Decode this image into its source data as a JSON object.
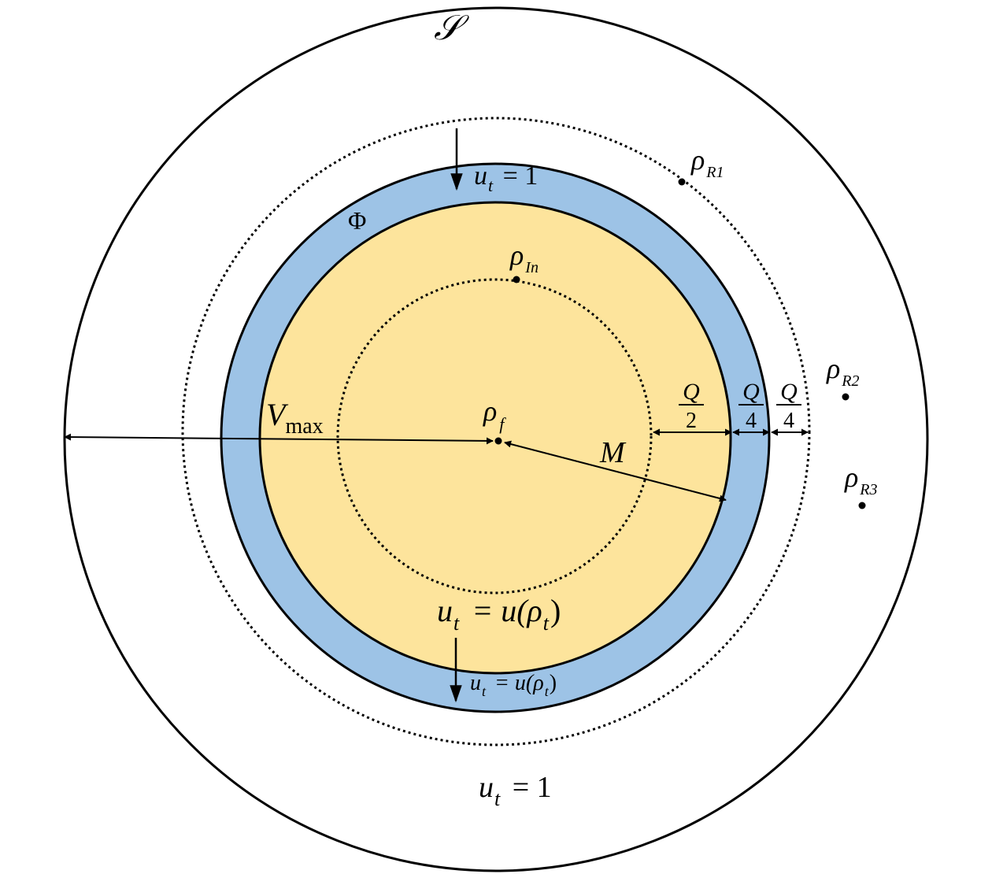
{
  "diagram": {
    "colors": {
      "core_fill": "#fde49c",
      "ring_fill": "#9dc3e6",
      "stroke": "#000000",
      "background": "#ffffff"
    },
    "labels": {
      "outer_region": "𝒮",
      "ring": "Φ",
      "rho_R1_base": "ρ",
      "rho_R1_sub": "R1",
      "rho_R2_base": "ρ",
      "rho_R2_sub": "R2",
      "rho_R3_base": "ρ",
      "rho_R3_sub": "R3",
      "rho_In_base": "ρ",
      "rho_In_sub": "In",
      "rho_f_base": "ρ",
      "rho_f_sub": "f",
      "V_base": "V",
      "V_sub": "max",
      "M": "M",
      "Q_half_num": "Q",
      "Q_half_den": "2",
      "Q_q1_num": "Q",
      "Q_q1_den": "4",
      "Q_q2_num": "Q",
      "Q_q2_den": "4",
      "top_u": "u",
      "top_u_sub": "t",
      "top_u_rhs": " = 1",
      "mid_u": "u",
      "mid_u_sub": "t",
      "mid_u_rhs": " = u(ρ",
      "mid_u_rhs_sub": "t",
      "mid_u_close": ")",
      "small_u": "u",
      "small_u_sub": "t",
      "small_u_rhs": " = u(ρ",
      "small_u_rhs_sub": "t",
      "small_u_close": ")",
      "bottom_u": "u",
      "bottom_u_sub": "t",
      "bottom_u_rhs": " = 1"
    }
  }
}
